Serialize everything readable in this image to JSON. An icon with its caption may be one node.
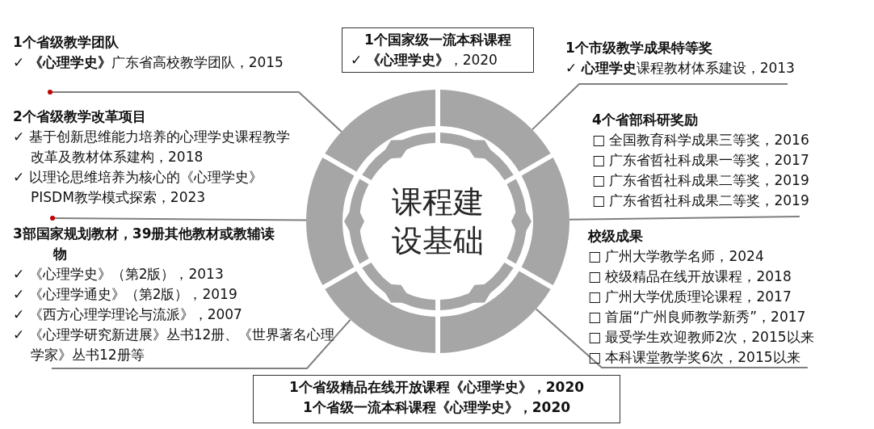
{
  "diagram": {
    "nodes": [
      {
        "text": [
          "1个国家级一流本科课程",
          "✓ **《心理学史》**，2020"
        ]
      },
      {
        "text": [
          "1个省级教学团队",
          "✓ **《心理学史》**广东省高校教学团队，2015"
        ]
      },
      {
        "text": [
          "1个市级教学成果特等奖",
          "✓ **心理学史**课程教材体系建设，2013"
        ]
      },
      {
        "text": [
          "2个省级教学改革项目",
          "✓ 基于创新思维能力培养的心理学史课程教学改革及教材体系建构，2018",
          "✓ 以理论思维培养为核心的《心理学史》PISDM教学模式探索，2023"
        ]
      },
      {
        "text": [
          "4个省部科研奖励",
          "□ 全国教育科学成果三等奖，2016",
          "□ 广东省哲社科成果一等奖，2017",
          "□ 广东省哲社科成果二等奖，2019",
          "□ 广东省哲社科成果二等奖，2019"
        ]
      },
      {
        "text": [
          "课程建设基础"
        ]
      },
      {
        "text": [
          "3部国家规划教材，39册其他教材或教辅读物",
          "✓ 《心理学史》（第2版），2013",
          "✓ 《心理学通史》（第2版），2019",
          "✓ 《西方心理学理论与流派》，2007",
          "✓ 《心理学研究新进展》丛书12册、《世界著名心理学家》丛书12册等"
        ]
      },
      {
        "text": [
          "校级成果",
          "□ 广州大学教学名师，2024",
          "□ 校级精品在线开放课程，2018",
          "□ 广州大学优质理论课程，2017",
          "□ 首届“广州良师教学新秀”，2017",
          "□ 最受学生欢迎教师2次，2015以来",
          "□ 本科课堂教学奖6次，2015以来"
        ]
      },
      {
        "text": [
          "1个省级精品在线开放课程《心理学史》，2020",
          "1个省级一流本科课程《心理学史》，2020"
        ]
      }
    ],
    "edges": [
      {
        "from": 1,
        "to": 5,
        "arrow": "other"
      },
      {
        "from": 3,
        "to": 5,
        "arrow": "other"
      },
      {
        "from": 6,
        "to": 5,
        "arrow": "none"
      },
      {
        "from": 2,
        "to": 5,
        "arrow": "none"
      },
      {
        "from": 4,
        "to": 5,
        "arrow": "none"
      },
      {
        "from": 7,
        "to": 5,
        "arrow": "none"
      }
    ]
  }
}
